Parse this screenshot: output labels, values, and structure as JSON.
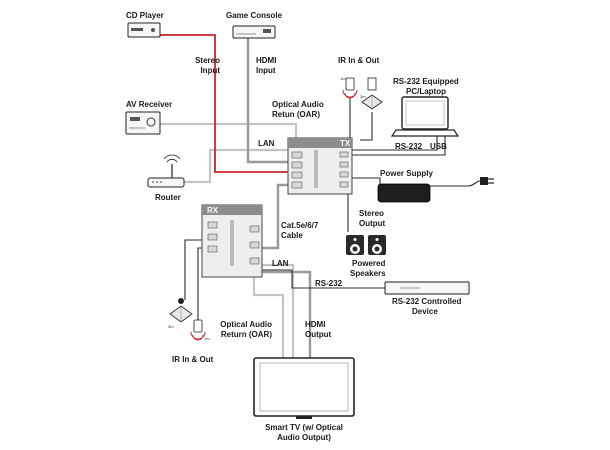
{
  "labels": {
    "cd_player": "CD Player",
    "game_console": "Game Console",
    "stereo_input_1": "Stereo",
    "stereo_input_2": "Input",
    "hdmi_input_1": "HDMI",
    "hdmi_input_2": "Input",
    "ir_top": "IR In & Out",
    "rs232_pc_1": "RS-232 Equipped",
    "rs232_pc_2": "PC/Laptop",
    "av_receiver": "AV Receiver",
    "oar_top_1": "Optical Audio",
    "oar_top_2": "Retun (OAR)",
    "lan_top": "LAN",
    "rs232_top": "RS-232",
    "usb": "USB",
    "router": "Router",
    "power_supply": "Power Supply",
    "stereo_output_1": "Stereo",
    "stereo_output_2": "Output",
    "cat_cable_1": "Cat.5e/6/7",
    "cat_cable_2": "Cable",
    "powered_speakers_1": "Powered",
    "powered_speakers_2": "Speakers",
    "lan_bottom": "LAN",
    "rs232_bottom": "RS-232",
    "rs232_device_1": "RS-232 Controlled",
    "rs232_device_2": "Device",
    "oar_bottom_1": "Optical Audio",
    "oar_bottom_2": "Return (OAR)",
    "hdmi_output_1": "HDMI",
    "hdmi_output_2": "Output",
    "ir_bottom": "IR In & Out",
    "smart_tv_1": "Smart TV (w/ Optical",
    "smart_tv_2": "Audio Output)",
    "tx": "TX",
    "rx": "RX"
  },
  "colors": {
    "stereo_cable": "#c8262d",
    "cat_cable": "#9a9a9a",
    "control_cable": "#2a2a2a",
    "unit_header": "#8c8c8c"
  }
}
